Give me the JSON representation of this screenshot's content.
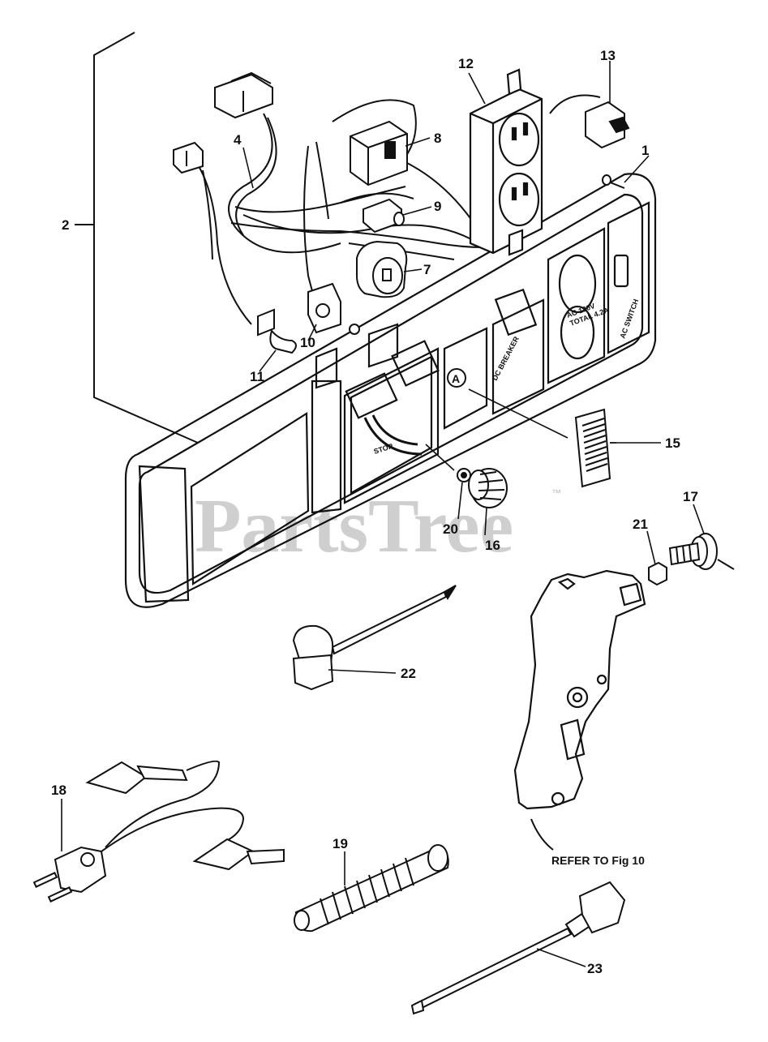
{
  "watermark": {
    "text": "PartsTree",
    "tm": "™"
  },
  "callouts": {
    "c1": "1",
    "c2": "2",
    "c4": "4",
    "c7": "7",
    "c8": "8",
    "c9": "9",
    "c10": "10",
    "c11": "11",
    "c12": "12",
    "c13": "13",
    "c15": "15",
    "c16": "16",
    "c17": "17",
    "c18": "18",
    "c19": "19",
    "c20": "20",
    "c21": "21",
    "c22": "22",
    "c23": "23"
  },
  "panel_labels": {
    "stop": "STOP",
    "dc_breaker": "DC BREAKER",
    "ac_switch": "AC SWITCH",
    "ac_outlet": "AC 120V",
    "ac_outlet_amps": "TOTAL 4.2A",
    "marker_a": "A"
  },
  "reference": {
    "text": "REFER TO Fig 10"
  }
}
